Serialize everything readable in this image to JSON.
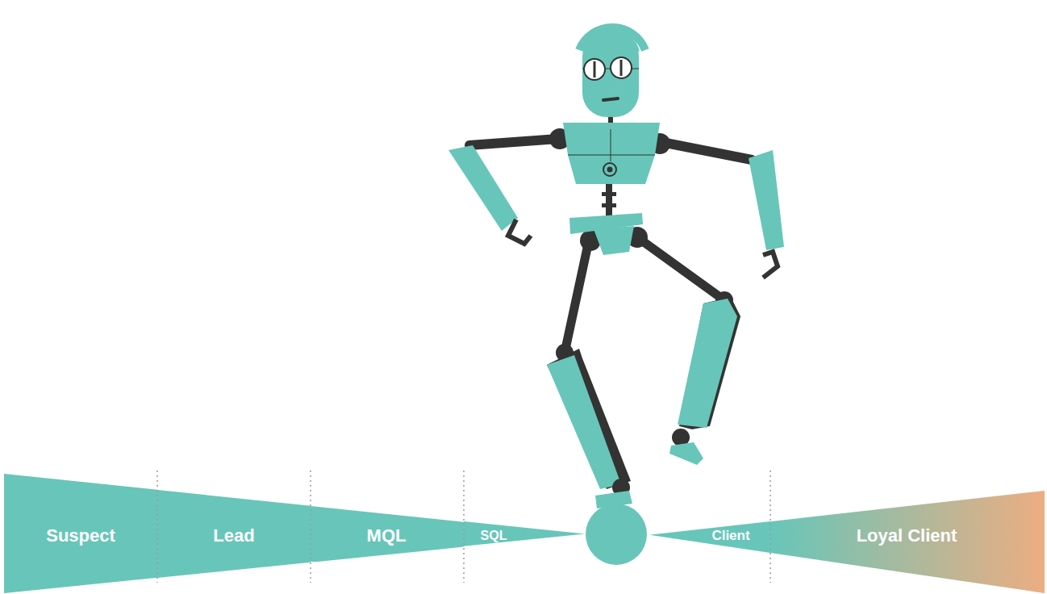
{
  "diagram": {
    "nodes": [
      {
        "text": [
          "Suspect"
        ]
      },
      {
        "text": [
          "Lead"
        ]
      },
      {
        "text": [
          "MQL"
        ]
      },
      {
        "text": [
          "SQL"
        ]
      },
      {
        "text": [
          "Client"
        ]
      },
      {
        "text": [
          "Loyal Client"
        ]
      }
    ]
  }
}
